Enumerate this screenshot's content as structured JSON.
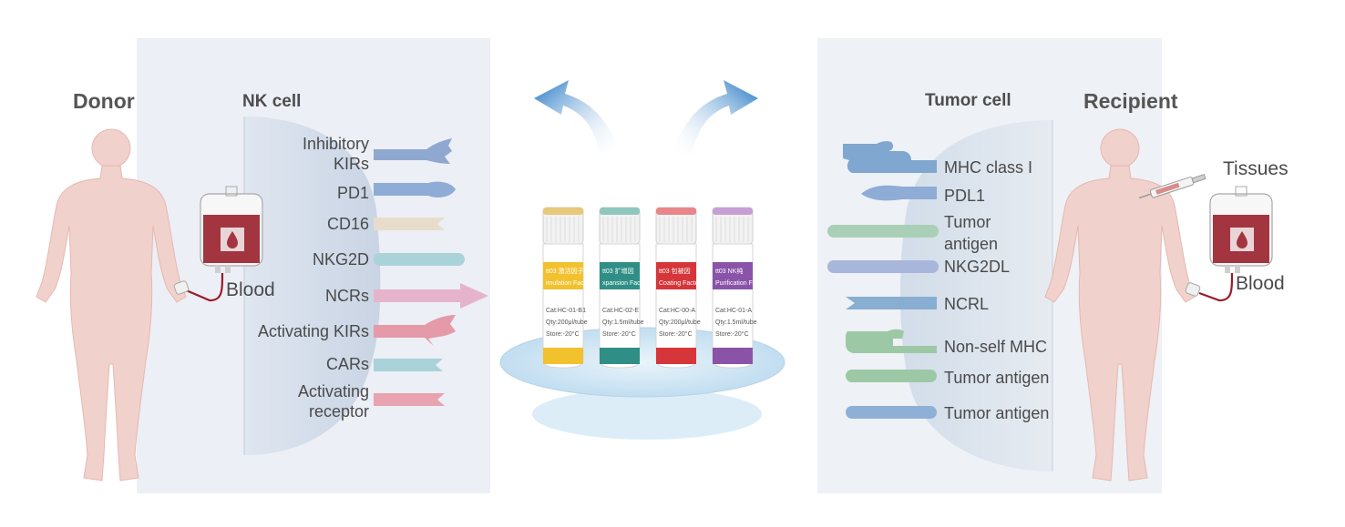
{
  "donor": {
    "title": "Donor",
    "blood_label": "Blood"
  },
  "nk_cell": {
    "title": "NK cell",
    "receptors": [
      [
        "Inhibitory",
        "KIRs"
      ],
      [
        "PD1"
      ],
      [
        "CD16"
      ],
      [
        "NKG2D"
      ],
      [
        "NCRs"
      ],
      [
        "Activating KIRs"
      ],
      [
        "CARs"
      ],
      [
        "Activating",
        "receptor"
      ]
    ]
  },
  "tumor_cell": {
    "title": "Tumor cell",
    "ligands": [
      [
        "MHC class I"
      ],
      [
        "PDL1"
      ],
      [
        "Tumor",
        "antigen"
      ],
      [
        "NKG2DL"
      ],
      [
        "NCRL"
      ],
      [
        "Non-self MHC"
      ],
      [
        "Tumor antigen"
      ],
      [
        "Tumor antigen"
      ]
    ]
  },
  "recipient": {
    "title": "Recipient",
    "tissues_label": "Tissues",
    "blood_label": "Blood"
  },
  "tubes": [
    {
      "band": "tt03  激活因子",
      "name": "imulation Fac",
      "cat": "Cat:HC-01-B1",
      "qty": "Qty:200μl/tube",
      "store": "Store:-20°C",
      "color": "#f2c12e",
      "cap": "#e8c87a"
    },
    {
      "band": "tt03  扩增因",
      "name": "xpansion Facto",
      "cat": "Cat:HC-02-E",
      "qty": "Qty:1.5ml/tube",
      "store": "Store:-20°C",
      "color": "#2f8f86",
      "cap": "#8fc7bf"
    },
    {
      "band": "tt03  包被因",
      "name": "Coating Factor",
      "cat": "Cat:HC-00-A",
      "qty": "Qty:200μl/tube",
      "store": "Store:-20°C",
      "color": "#d6363a",
      "cap": "#e8868a"
    },
    {
      "band": "tt03  NK纯",
      "name": "Purification Fa",
      "cat": "Cat:HC-01-A",
      "qty": "Qty:1.5ml/tube",
      "store": "Store:-20°C",
      "color": "#8a53a8",
      "cap": "#c59fd6"
    }
  ],
  "colors": {
    "panel": "#e7ebf3",
    "human": "#f3d2cc",
    "arrow": "#2a78c0",
    "blood": "#9b1c28"
  }
}
